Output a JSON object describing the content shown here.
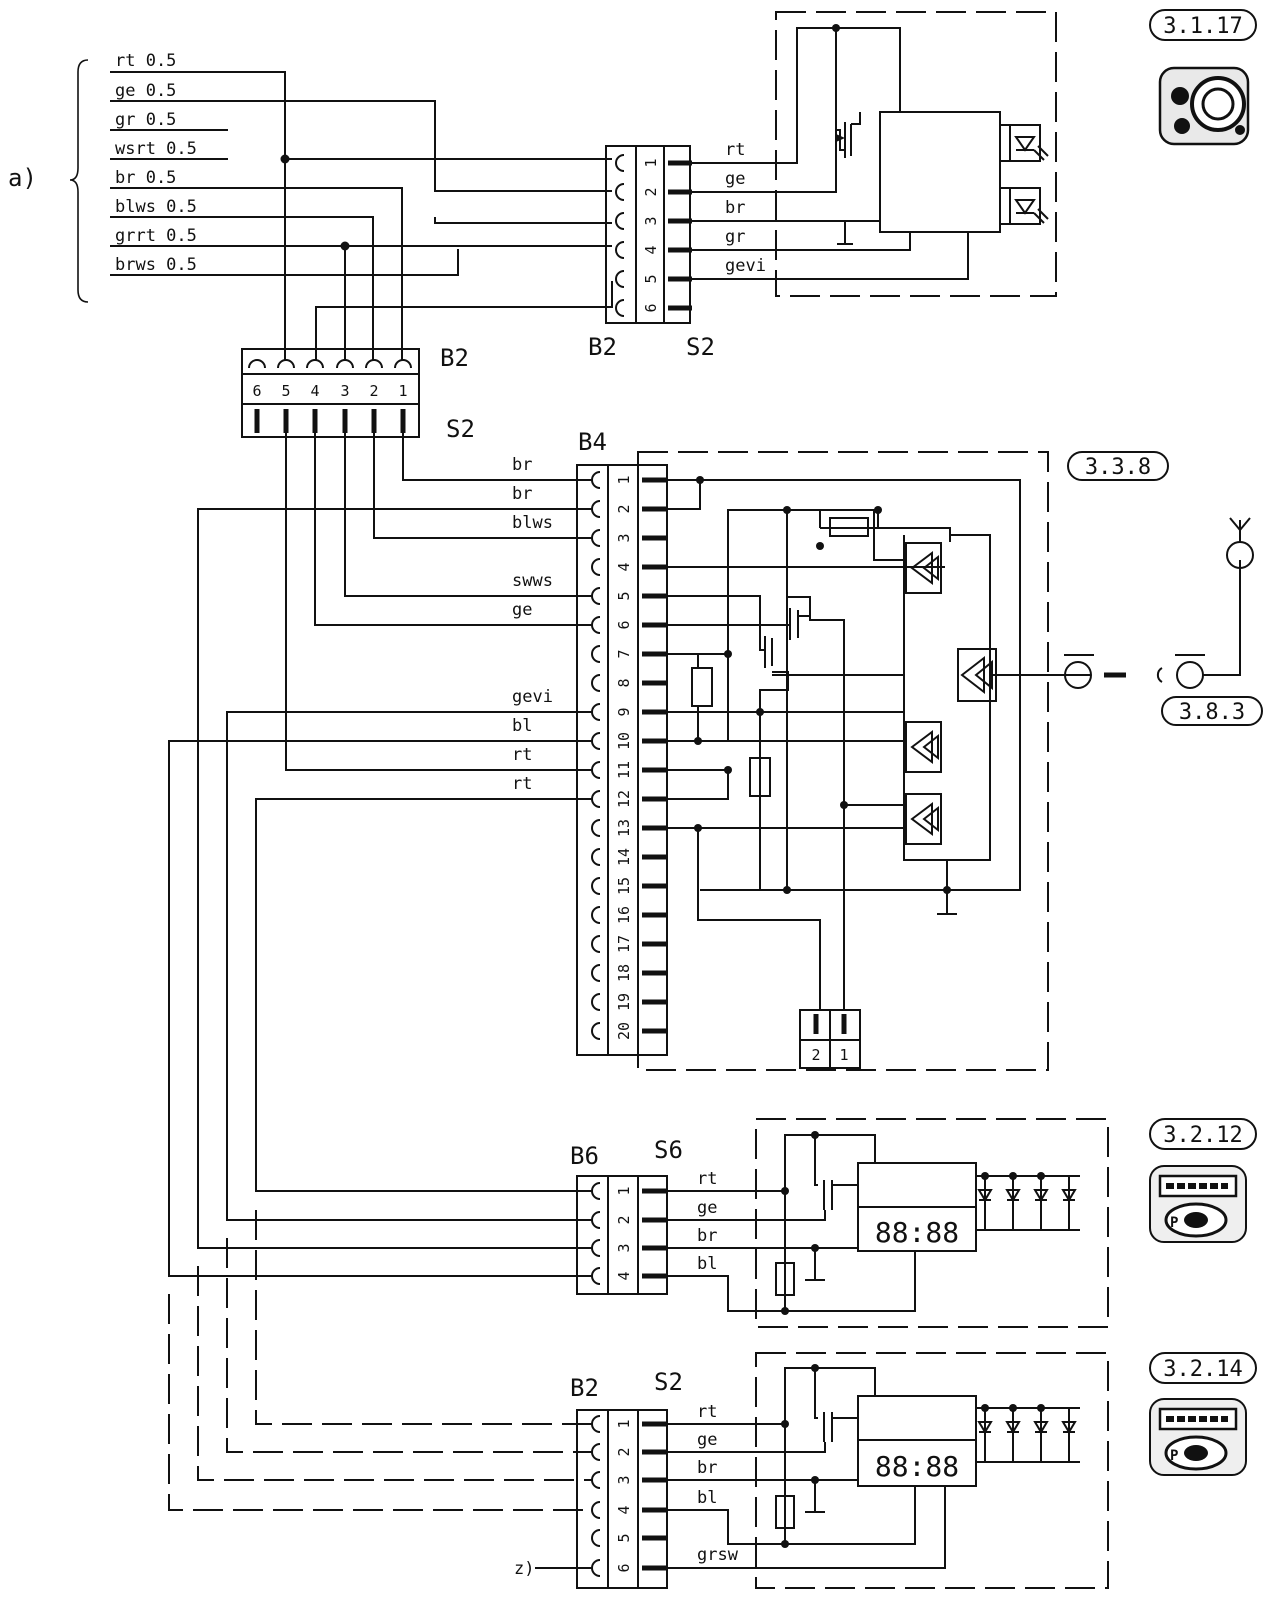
{
  "group_label": "a)",
  "harness_wires": [
    "rt 0.5",
    "ge 0.5",
    "gr 0.5",
    "wsrt 0.5",
    "br 0.5",
    "blws 0.5",
    "grrt 0.5",
    "brws 0.5"
  ],
  "top_connector": {
    "socket": "B2",
    "plug": "S2",
    "pins": [
      "1",
      "2",
      "3",
      "4",
      "5",
      "6"
    ],
    "wires": [
      "rt",
      "ge",
      "br",
      "gr",
      "gevi"
    ]
  },
  "mid_connector": {
    "socket": "B2",
    "plug": "S2",
    "pins": [
      "6",
      "5",
      "4",
      "3",
      "2",
      "1"
    ]
  },
  "b4_connector": {
    "socket": "B4",
    "pins": [
      "1",
      "2",
      "3",
      "4",
      "5",
      "6",
      "7",
      "8",
      "9",
      "10",
      "11",
      "12",
      "13",
      "14",
      "15",
      "16",
      "17",
      "18",
      "19",
      "20"
    ],
    "wires": [
      "br",
      "br",
      "blws",
      "swws",
      "ge",
      "gevi",
      "bl",
      "rt",
      "rt"
    ]
  },
  "aux_connector": {
    "pins": [
      "2",
      "1"
    ]
  },
  "b6_connector": {
    "socket": "B6",
    "plug": "S6",
    "pins": [
      "1",
      "2",
      "3",
      "4"
    ],
    "wires": [
      "rt",
      "ge",
      "br",
      "bl"
    ]
  },
  "bottom_connector": {
    "socket": "B2",
    "plug": "S2",
    "pins": [
      "1",
      "2",
      "3",
      "4",
      "5",
      "6"
    ],
    "wires": [
      "rt",
      "ge",
      "br",
      "bl",
      "grsw"
    ],
    "z_label": "z)"
  },
  "references": [
    "3.1.17",
    "3.3.8",
    "3.8.3",
    "3.2.12",
    "3.2.14"
  ],
  "display_readout": "88:88"
}
